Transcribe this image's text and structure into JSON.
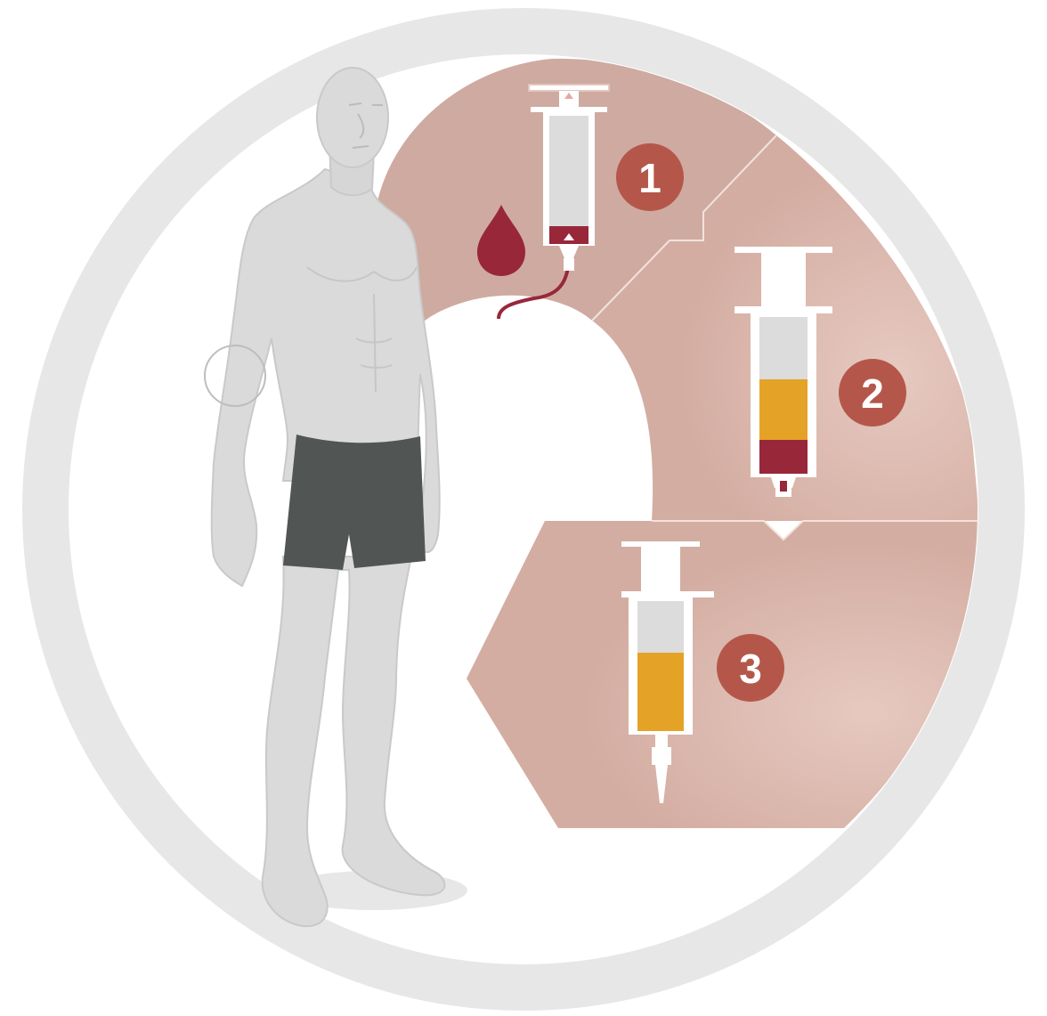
{
  "steps": [
    {
      "number": "1",
      "badge_color": "#b4574a",
      "content": "blood-draw"
    },
    {
      "number": "2",
      "badge_color": "#b4574a",
      "content": "centrifuged-separation"
    },
    {
      "number": "3",
      "badge_color": "#b4574a",
      "content": "plasma-injection"
    }
  ],
  "colors": {
    "ring": "#e6e7e6",
    "panel": "#d9b5ab",
    "panel_light": "#e6c9c0",
    "blood": "#98273a",
    "plasma": "#e4a327",
    "barrel_empty": "#dcdcdc",
    "body": "#dadada",
    "shorts": "#515553"
  },
  "icons": [
    "blood-drop-icon",
    "syringe-icon",
    "person-figure"
  ]
}
